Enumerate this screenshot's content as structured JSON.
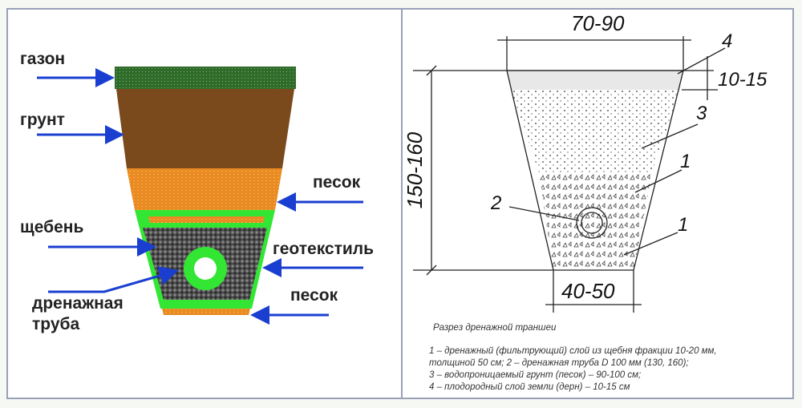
{
  "left_diagram": {
    "labels": {
      "lawn": "газон",
      "soil": "грунт",
      "sand_top": "песок",
      "gravel": "щебень",
      "geotextile": "геотекстиль",
      "pipe": "дренажная труба",
      "sand_bottom": "песок"
    },
    "colors": {
      "lawn": "#2f6b2a",
      "soil": "#7a4a1c",
      "sand": "#e98a22",
      "geotextile": "#33e633",
      "gravel": "#4a4a4a",
      "arrow": "#1a3fd0"
    }
  },
  "right_diagram": {
    "dims": {
      "top_width": "70-90",
      "bottom_width": "40-50",
      "depth": "150-160",
      "top_layer": "10-15"
    },
    "markers": [
      "4",
      "3",
      "1",
      "2",
      "1"
    ],
    "caption_title": "Разрез дренажной траншеи",
    "caption_lines": [
      "1 – дренажный (фильтрующий) слой из щебня фракции 10-20 мм,",
      "толщиной 50 см; 2 – дренажная труба D 100 мм (130, 160);",
      "3 – водопроницаемый грунт (песок) – 90-100 см;",
      "4 – плодородный слой земли (дерн) – 10-15 см"
    ]
  }
}
